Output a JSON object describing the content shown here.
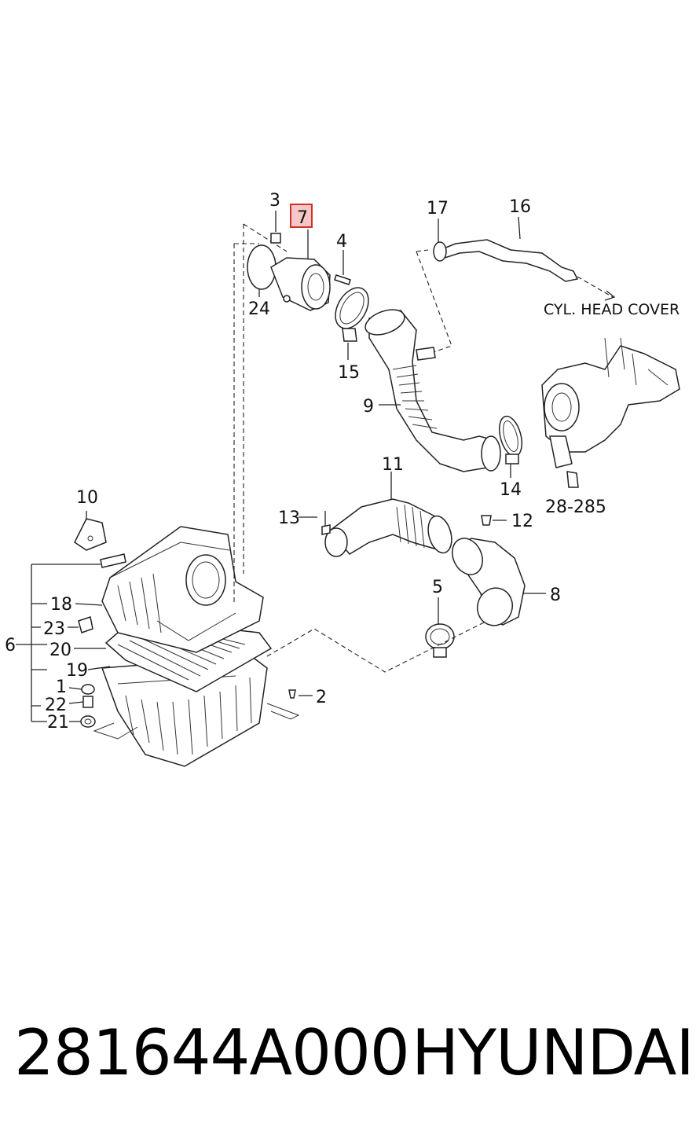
{
  "labels": {
    "l1": "1",
    "l2": "2",
    "l3": "3",
    "l4": "4",
    "l5": "5",
    "l6": "6",
    "l7": "7",
    "l8": "8",
    "l9": "9",
    "l10": "10",
    "l11": "11",
    "l12": "12",
    "l13": "13",
    "l14": "14",
    "l15": "15",
    "l16": "16",
    "l17": "17",
    "l18": "18",
    "l19": "19",
    "l20": "20",
    "l21": "21",
    "l22": "22",
    "l23": "23",
    "l24": "24",
    "l28": "28-285"
  },
  "notes": {
    "head_cover": "CYL. HEAD COVER"
  },
  "highlight": {
    "color": "#d0302b"
  },
  "footer": {
    "part_number": "281644A000",
    "brand": "HYUNDAI"
  }
}
